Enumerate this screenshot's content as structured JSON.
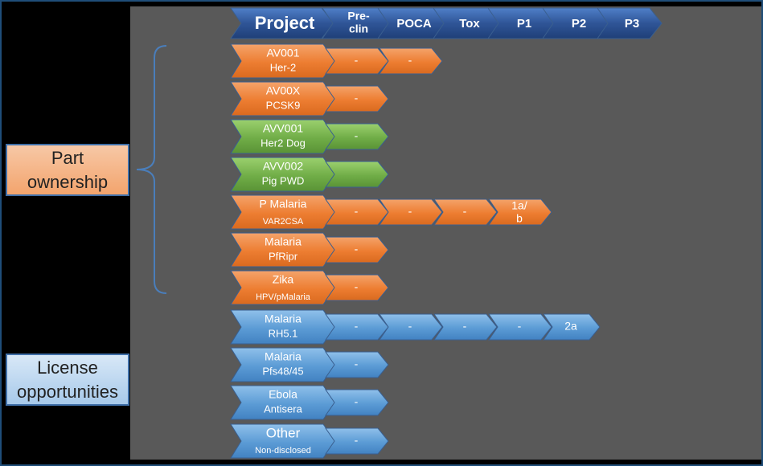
{
  "header": [
    {
      "label": "Project",
      "lines": [
        "Project"
      ]
    },
    {
      "label": "Pre-clin",
      "lines": [
        "Pre-",
        "clin"
      ]
    },
    {
      "label": "POCA",
      "lines": [
        "POCA"
      ]
    },
    {
      "label": "Tox",
      "lines": [
        "Tox"
      ]
    },
    {
      "label": "P1",
      "lines": [
        "P1"
      ]
    },
    {
      "label": "P2",
      "lines": [
        "P2"
      ]
    },
    {
      "label": "P3",
      "lines": [
        "P3"
      ]
    }
  ],
  "groups": {
    "part_ownership": "Part ownership",
    "part_ownership_lines": [
      "Part",
      "ownership"
    ],
    "license_opportunities": "License opportunities",
    "license_opportunities_lines": [
      "License",
      "opportunities"
    ]
  },
  "colors": {
    "orange": "#ed7d31",
    "green": "#70ad47",
    "blue": "#5b9bd5",
    "header": "#2f5597",
    "panel": "#595959"
  },
  "projects": [
    {
      "name": "AV001",
      "target": "Her-2",
      "color": "orange",
      "stages": [
        "-",
        "-"
      ]
    },
    {
      "name": "AV00X",
      "target": "PCSK9",
      "color": "orange",
      "stages": [
        "-"
      ]
    },
    {
      "name": "AVV001",
      "target": "Her2 Dog",
      "color": "green",
      "stages": [
        "-"
      ]
    },
    {
      "name": "AVV002",
      "target": "Pig PWD",
      "color": "green",
      "stages": [
        ""
      ]
    },
    {
      "name": "P Malaria",
      "target": "VAR2CSA",
      "target_small": true,
      "color": "orange",
      "stages": [
        "-",
        "-",
        "-",
        "1a/b"
      ],
      "stage_lines_last": [
        "1a/",
        "b"
      ]
    },
    {
      "name": "Malaria",
      "target": "PfRipr",
      "color": "orange",
      "stages": [
        "-"
      ]
    },
    {
      "name": "Zika",
      "target": "HPV/pMalaria",
      "target_small": true,
      "color": "orange",
      "stages": [
        "-"
      ]
    },
    {
      "name": "Malaria",
      "target": "RH5.1",
      "color": "blue",
      "stages": [
        "-",
        "-",
        "-",
        "-",
        "2a"
      ]
    },
    {
      "name": "Malaria",
      "target": "Pfs48/45",
      "color": "blue",
      "stages": [
        "-"
      ]
    },
    {
      "name": "Ebola",
      "target": "Antisera",
      "color": "blue",
      "stages": [
        "-"
      ]
    },
    {
      "name": "Other",
      "target": "Non-disclosed",
      "name_large": true,
      "target_small": true,
      "color": "blue",
      "stages": [
        "-"
      ]
    }
  ]
}
